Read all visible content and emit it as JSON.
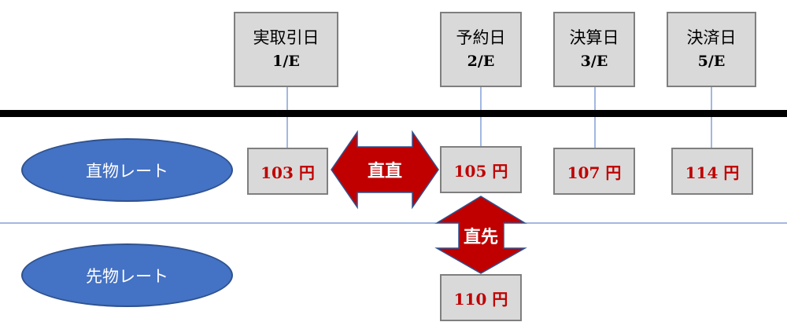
{
  "dates": [
    {
      "name": "実取引日",
      "code": "1/E"
    },
    {
      "name": "予約日",
      "code": "2/E"
    },
    {
      "name": "決算日",
      "code": "3/E"
    },
    {
      "name": "決済日",
      "code": "5/E"
    }
  ],
  "spot_label": "直物レート",
  "forward_label": "先物レート",
  "spot_rates": [
    "103 円",
    "105 円",
    "107 円",
    "114 円"
  ],
  "forward_rate": "110 円",
  "arrow_spot_spot": "直直",
  "arrow_spot_forward": "直先",
  "colors": {
    "box_fill": "#d9d9d9",
    "box_border": "#7f7f7f",
    "ellipse_fill": "#4472c4",
    "arrow_fill": "#c00000",
    "rate_text": "#c00000",
    "connector": "#4472c4"
  }
}
